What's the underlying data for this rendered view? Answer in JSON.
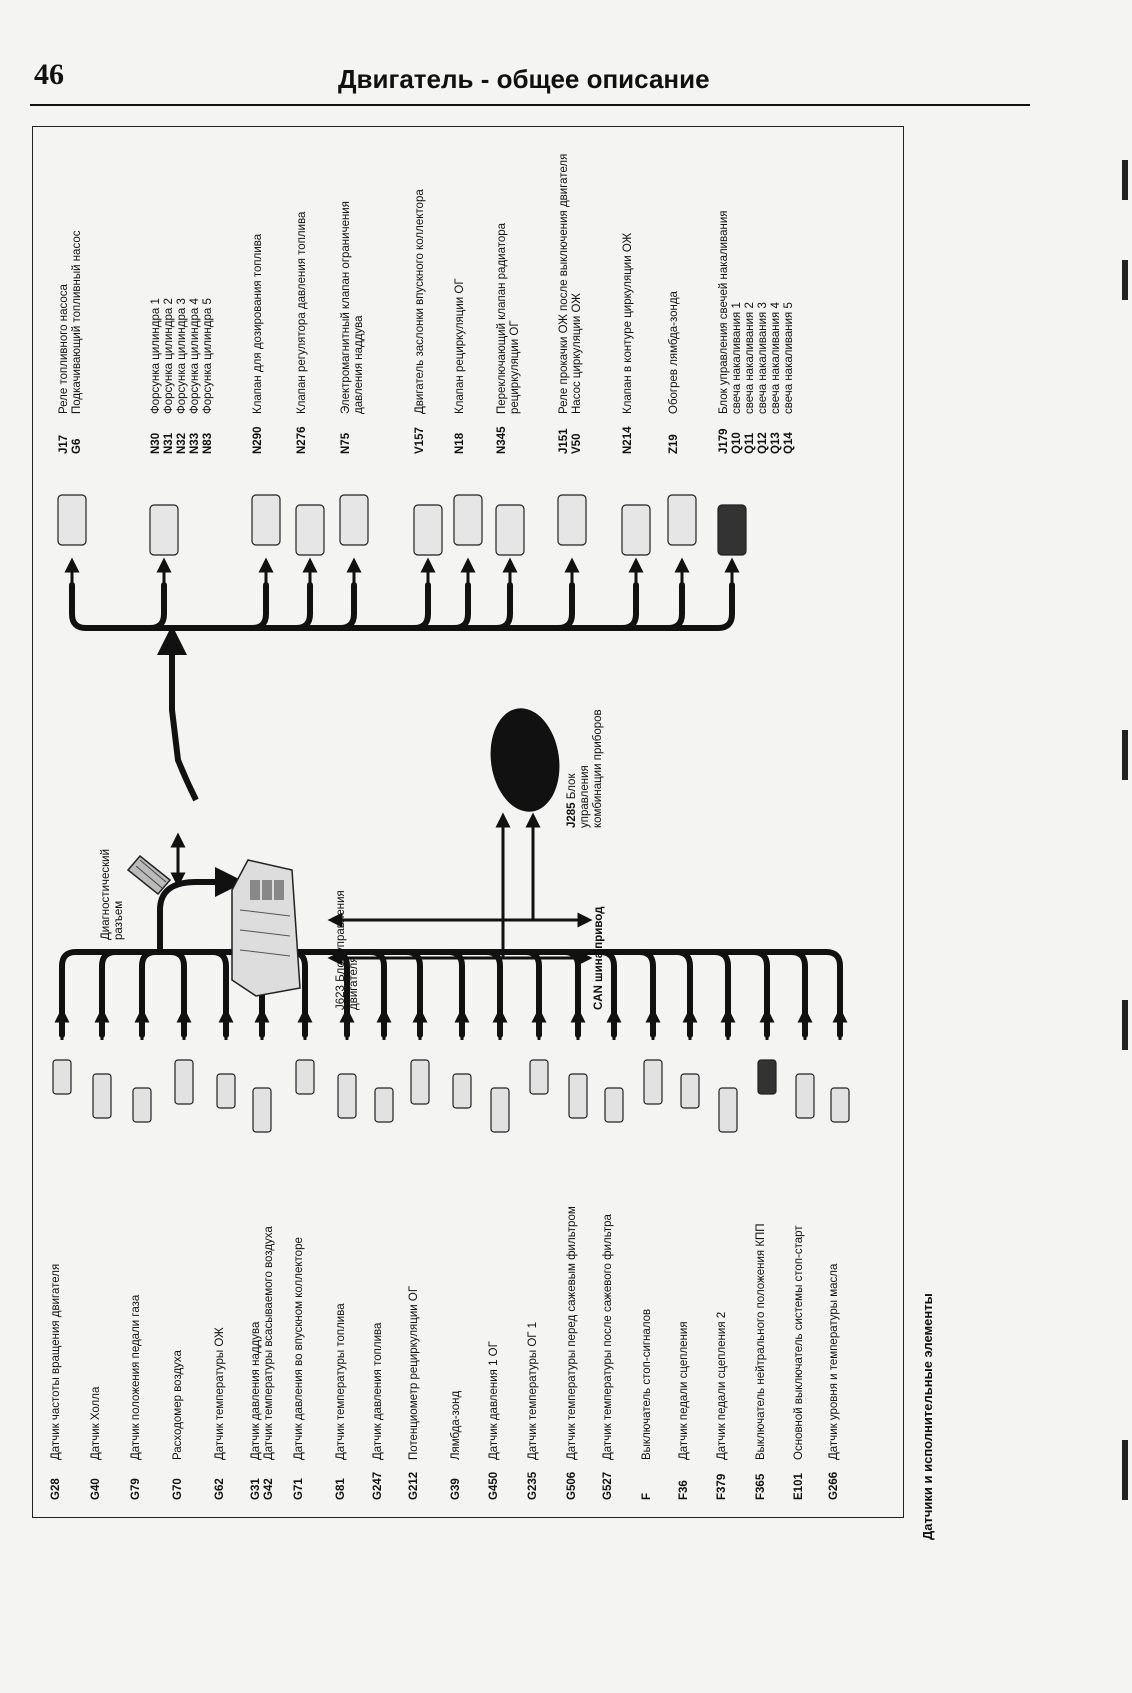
{
  "header": {
    "page_number": "46",
    "title": "Двигатель - общее описание"
  },
  "caption": "Датчики и исполнительные элементы",
  "ecu": {
    "label": "J623 Блок управления двигателя"
  },
  "diag": {
    "label": "Диагностический разъем"
  },
  "can": {
    "label": "CAN шина привод"
  },
  "cluster": {
    "code": "J285",
    "label": "Блок управления комбинации приборов"
  },
  "sensors": [
    {
      "lines": [
        {
          "code": "G28",
          "text": "Датчик частоты вращения двигателя"
        }
      ]
    },
    {
      "lines": [
        {
          "code": "G40",
          "text": "Датчик Холла"
        }
      ]
    },
    {
      "lines": [
        {
          "code": "G79",
          "text": "Датчик положения педали газа"
        }
      ]
    },
    {
      "lines": [
        {
          "code": "G70",
          "text": "Расходомер воздуха"
        }
      ]
    },
    {
      "lines": [
        {
          "code": "G62",
          "text": "Датчик температуры ОЖ"
        }
      ]
    },
    {
      "lines": [
        {
          "code": "G31",
          "text": "Датчик давления наддува"
        },
        {
          "code": "G42",
          "text": "Датчик температуры всасываемого воздуха"
        }
      ]
    },
    {
      "lines": [
        {
          "code": "G71",
          "text": "Датчик давления во впускном коллекторе"
        }
      ]
    },
    {
      "lines": [
        {
          "code": "G81",
          "text": "Датчик температуры топлива"
        }
      ]
    },
    {
      "lines": [
        {
          "code": "G247",
          "text": "Датчик давления топлива"
        }
      ]
    },
    {
      "lines": [
        {
          "code": "G212",
          "text": "Потенциометр рециркуляции ОГ"
        }
      ]
    },
    {
      "lines": [
        {
          "code": "G39",
          "text": "Лямбда-зонд"
        }
      ]
    },
    {
      "lines": [
        {
          "code": "G450",
          "text": "Датчик давления 1 ОГ"
        }
      ]
    },
    {
      "lines": [
        {
          "code": "G235",
          "text": "Датчик температуры ОГ 1"
        }
      ]
    },
    {
      "lines": [
        {
          "code": "G506",
          "text": "Датчик температуры перед сажевым фильтром"
        }
      ]
    },
    {
      "lines": [
        {
          "code": "G527",
          "text": "Датчик температуры после сажевого фильтра"
        }
      ]
    },
    {
      "lines": [
        {
          "code": "F",
          "text": "Выключатель стоп-сигналов"
        }
      ]
    },
    {
      "lines": [
        {
          "code": "F36",
          "text": "Датчик педали сцепления"
        }
      ]
    },
    {
      "lines": [
        {
          "code": "F379",
          "text": "Датчик педали сцепления 2"
        }
      ]
    },
    {
      "lines": [
        {
          "code": "F365",
          "text": "Выключатель нейтрального положения КПП"
        }
      ]
    },
    {
      "lines": [
        {
          "code": "E101",
          "text": "Основной выключатель системы стоп-старт"
        }
      ]
    },
    {
      "lines": [
        {
          "code": "G266",
          "text": "Датчик уровня и температуры масла"
        }
      ]
    }
  ],
  "actuators": [
    {
      "lines": [
        {
          "code": "J17",
          "text": "Реле топливного насоса"
        },
        {
          "code": "G6",
          "text": "Подкачивающий топливный насос"
        }
      ]
    },
    {
      "lines": [
        {
          "code": "N30",
          "text": "Форсунка цилиндра 1"
        },
        {
          "code": "N31",
          "text": "Форсунка цилиндра 2"
        },
        {
          "code": "N32",
          "text": "Форсунка цилиндра 3"
        },
        {
          "code": "N33",
          "text": "Форсунка цилиндра 4"
        },
        {
          "code": "N83",
          "text": "Форсунка цилиндра 5"
        }
      ]
    },
    {
      "lines": [
        {
          "code": "N290",
          "text": "Клапан для дозирования топлива"
        }
      ]
    },
    {
      "lines": [
        {
          "code": "N276",
          "text": "Клапан регулятора давления топлива"
        }
      ]
    },
    {
      "lines": [
        {
          "code": "N75",
          "text": "Электромагнитный клапан ограничения"
        },
        {
          "code": "",
          "text": "давления наддува"
        }
      ]
    },
    {
      "lines": [
        {
          "code": "V157",
          "text": "Двигатель заслонки впускного коллектора"
        }
      ]
    },
    {
      "lines": [
        {
          "code": "N18",
          "text": "Клапан рециркуляции ОГ"
        }
      ]
    },
    {
      "lines": [
        {
          "code": "N345",
          "text": "Переключающий клапан радиатора"
        },
        {
          "code": "",
          "text": "рециркуляции ОГ"
        }
      ]
    },
    {
      "lines": [
        {
          "code": "J151",
          "text": "Реле прокачки ОЖ после выключения двигателя"
        },
        {
          "code": "V50",
          "text": "Насос циркуляции ОЖ"
        }
      ]
    },
    {
      "lines": [
        {
          "code": "N214",
          "text": "Клапан в контуре циркуляции ОЖ"
        }
      ]
    },
    {
      "lines": [
        {
          "code": "Z19",
          "text": "Обогрев лямбда-зонда"
        }
      ]
    },
    {
      "lines": [
        {
          "code": "J179",
          "text": "Блок управления свечей накаливания"
        },
        {
          "code": "Q10",
          "text": "свеча накаливания 1"
        },
        {
          "code": "Q11",
          "text": "свеча накаливания 2"
        },
        {
          "code": "Q12",
          "text": "свеча накаливания 3"
        },
        {
          "code": "Q13",
          "text": "свеча накаливания 4"
        },
        {
          "code": "Q14",
          "text": "свеча накаливания 5"
        }
      ]
    }
  ]
}
